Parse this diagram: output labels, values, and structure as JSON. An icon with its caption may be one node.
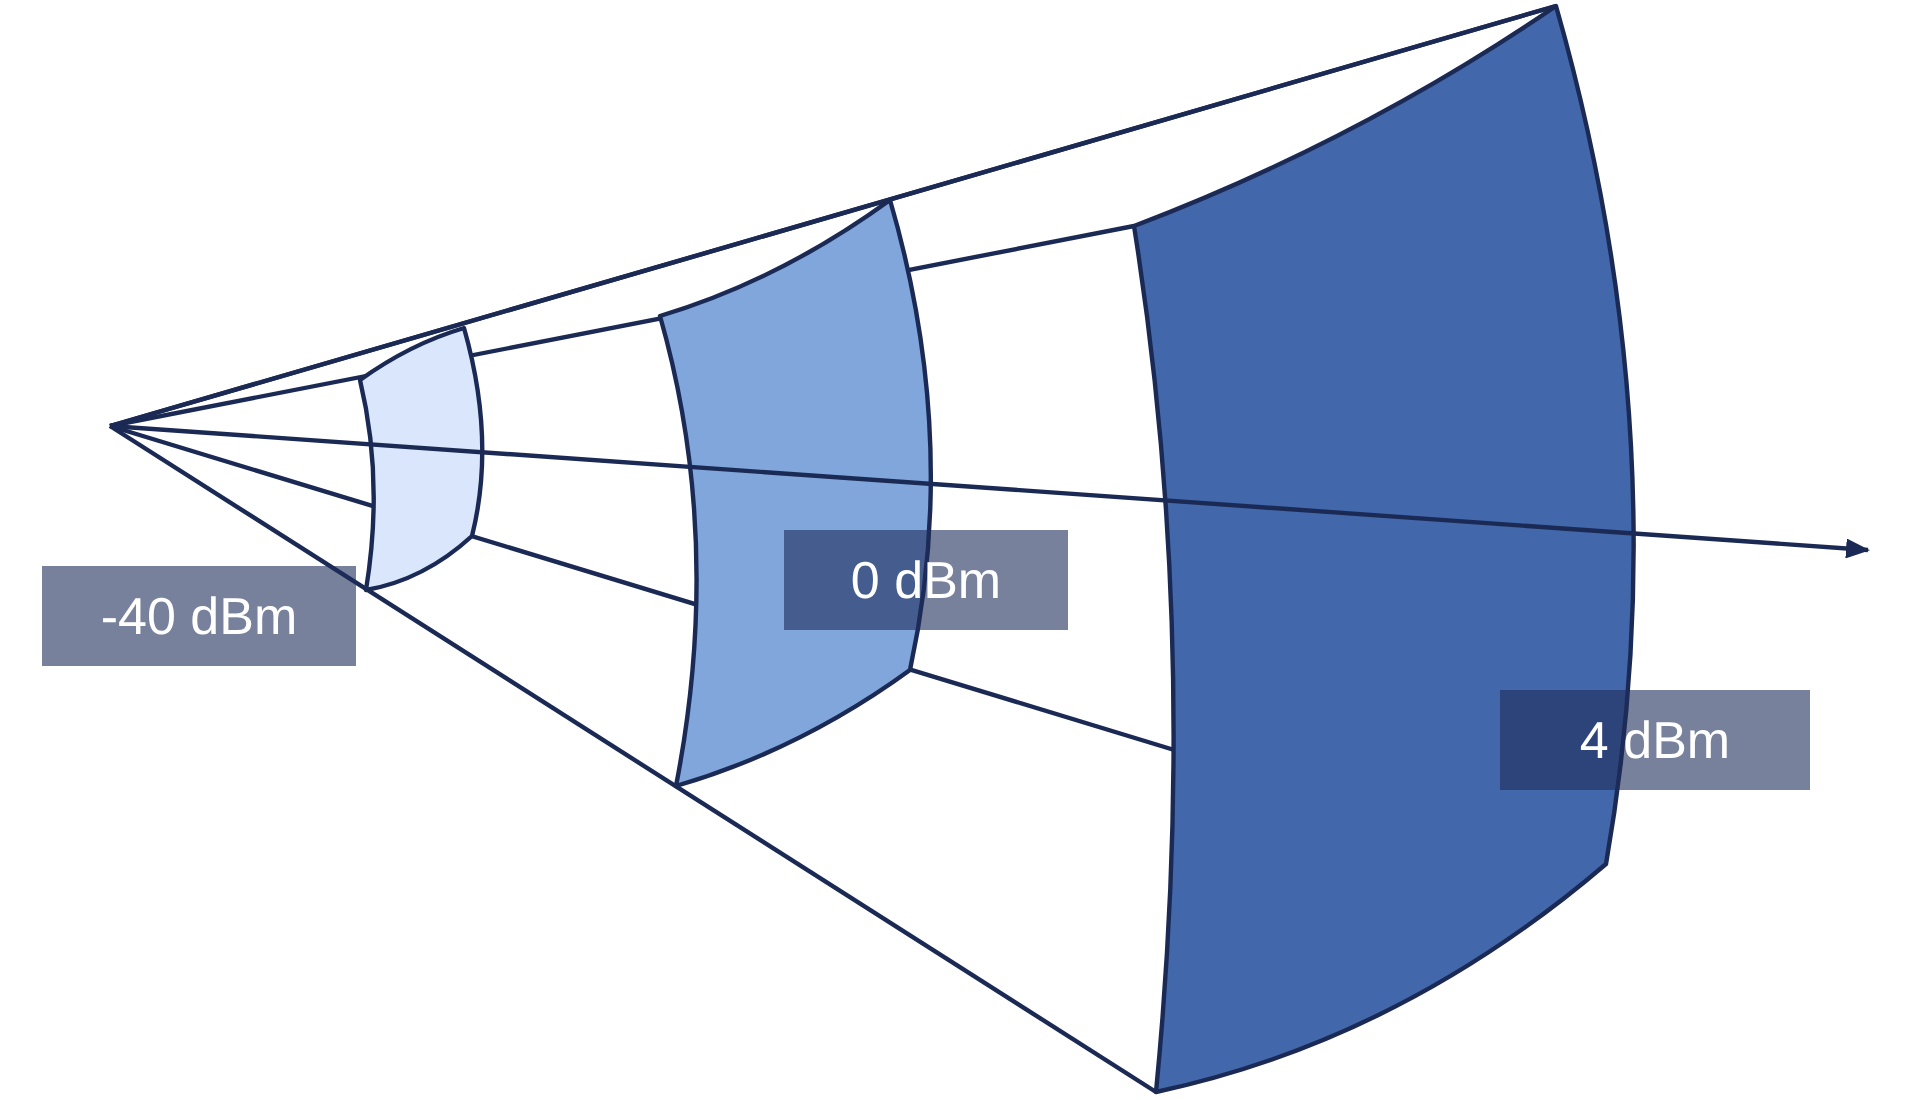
{
  "diagram": {
    "labels": [
      "-40 dBm",
      "0 dBm",
      "4 dBm"
    ]
  }
}
